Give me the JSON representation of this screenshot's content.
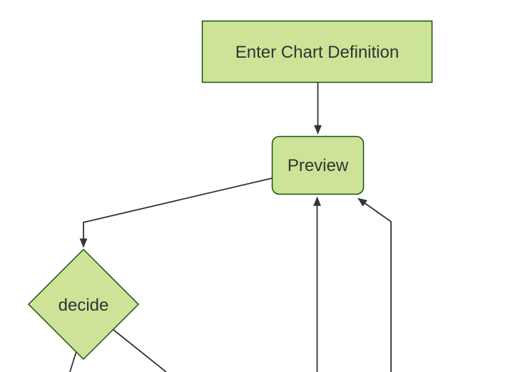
{
  "theme": {
    "background": "#ffffff",
    "node-fill": "#cde498",
    "node-border": "#13540c",
    "edge-color": "#333333",
    "arrow-color": "#333333",
    "label-color": "#333333"
  },
  "diagram": {
    "type": "flowchart-top-down",
    "nodes": [
      {
        "id": "enter-chart-definition",
        "label": "Enter Chart Definition",
        "shape": "rectangle"
      },
      {
        "id": "preview",
        "label": "Preview",
        "shape": "rounded-rectangle"
      },
      {
        "id": "decide",
        "label": "decide",
        "shape": "diamond"
      }
    ],
    "edges": [
      {
        "from": "enter-chart-definition",
        "to": "preview",
        "arrowhead": true
      },
      {
        "from": "preview",
        "to": "decide",
        "arrowhead": true
      },
      {
        "from": "offscreen-bottom-center",
        "to": "preview",
        "arrowhead": true
      },
      {
        "from": "offscreen-bottom-right",
        "to": "preview",
        "arrowhead": true
      },
      {
        "from": "decide",
        "to": "offscreen-bottom-left",
        "arrowhead": false
      },
      {
        "from": "decide",
        "to": "offscreen-bottom-right",
        "arrowhead": false
      }
    ]
  }
}
